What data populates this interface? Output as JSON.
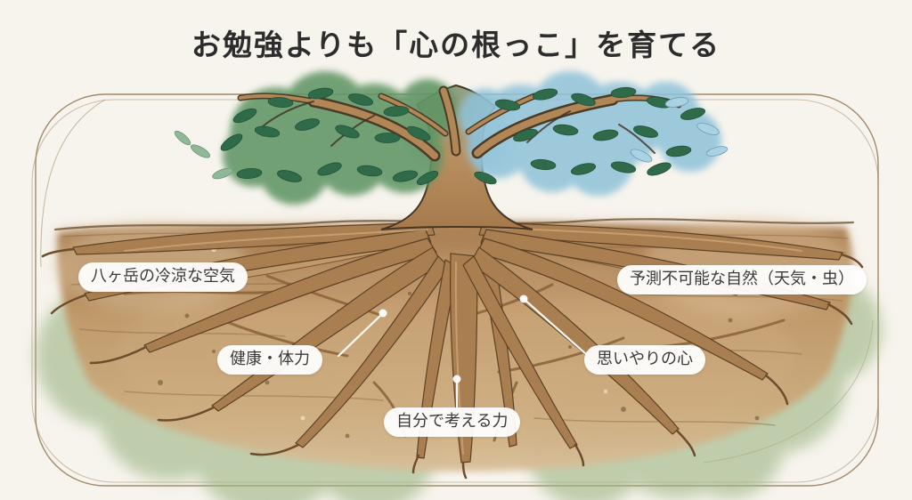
{
  "page": {
    "background_color": "#f7f4ed"
  },
  "title": {
    "text": "お勉強よりも「心の根っこ」を育てる",
    "color": "#2d2d2d"
  },
  "illustration": {
    "subject": "tree-with-roots-cross-section",
    "labels": [
      {
        "id": "air",
        "text": "八ヶ岳の冷涼な空気"
      },
      {
        "id": "nature",
        "text": "予測不可能な自然（天気・虫）"
      },
      {
        "id": "health",
        "text": "健康・体力"
      },
      {
        "id": "empathy",
        "text": "思いやりの心"
      },
      {
        "id": "thinking",
        "text": "自分で考える力"
      }
    ]
  },
  "colors": {
    "frame_line": "#a18a6a",
    "soil_dark": "#ab7f51",
    "soil_light": "#d6bd95",
    "moss_green": "#9db685",
    "root_brown": "#a97e50",
    "root_outline": "#5e4226",
    "foliage_green": "#609565",
    "foliage_blue": "#8ec2d9",
    "leaf_dark_green": "#2f6b48",
    "label_background": "#ffffff",
    "label_text": "#3a3a3a"
  }
}
